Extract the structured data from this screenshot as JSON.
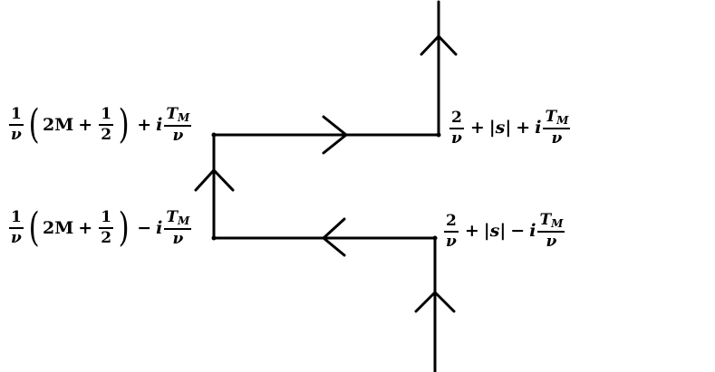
{
  "labels": {
    "top_left": {
      "frac_num": "1",
      "frac_den": "ν",
      "two_m": "2M",
      "plus": "+",
      "half_num": "1",
      "half_den": "2",
      "sign": "+",
      "i": "i",
      "T": "T",
      "T_sub": "M",
      "nu": "ν"
    },
    "bottom_left": {
      "frac_num": "1",
      "frac_den": "ν",
      "two_m": "2M",
      "plus": "+",
      "half_num": "1",
      "half_den": "2",
      "sign": "−",
      "i": "i",
      "T": "T",
      "T_sub": "M",
      "nu": "ν"
    },
    "top_right": {
      "frac_num": "2",
      "frac_den": "ν",
      "plus": "+",
      "abs_s": "|s|",
      "sign": "+",
      "i": "i",
      "T": "T",
      "T_sub": "M",
      "nu": "ν"
    },
    "bottom_right": {
      "frac_num": "2",
      "frac_den": "ν",
      "plus": "+",
      "abs_s": "|s|",
      "sign": "−",
      "i": "i",
      "T": "T",
      "T_sub": "M",
      "nu": "ν"
    }
  }
}
